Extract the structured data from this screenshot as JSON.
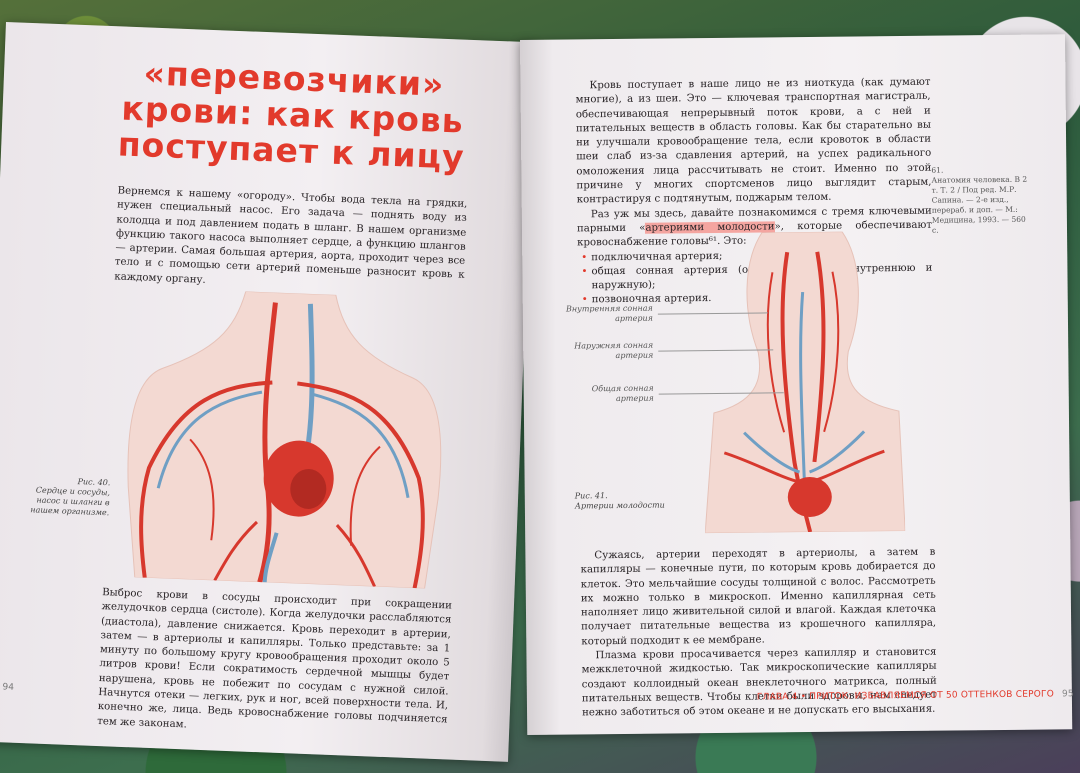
{
  "left_page": {
    "title_lines": [
      "«перевозчики»",
      "крови: как кровь",
      "поступает к лицу"
    ],
    "paragraph_1": "Вернемся к нашему «огороду». Чтобы вода текла на грядки, нужен специальный насос. Его задача — поднять воду из колодца и под давлением подать в шланг. В нашем организме функцию такого насоса выполняет сердце, а функцию шлангов — артерии. Самая большая артерия, аорта, проходит через все тело и с помощью сети артерий поменьше разносит кровь к каждому органу.",
    "figure_caption_number": "Рис. 40.",
    "figure_caption_text": "Сердце и сосуды, насос и шланги в нашем организме.",
    "paragraph_2": "Выброс крови в сосуды происходит при сокращении желудочков сердца (систоле). Когда желудочки расслабляются (диастола), давление снижается. Кровь переходит в артерии, затем — в артериолы и капилляры. Только представьте: за 1 минуту по большому кругу кровообращения проходит около 5 литров крови! Если сократимость сердечной мышцы будет нарушена, кровь не побежит по сосудам с нужной силой. Начнутся отеки — легких, рук и ног, всей поверхности тела. И, конечно же, лица. Ведь кровоснабжение головы подчиняется тем же законам.",
    "page_number": "94"
  },
  "right_page": {
    "paragraph_1": "Кровь поступает в наше лицо не из ниоткуда (как думают многие), а из шеи. Это — ключевая транспортная магистраль, обеспечивающая непрерывный поток крови, а с ней и питательных веществ в область головы. Как бы старательно вы ни улучшали кровообращение тела, если кровоток в области шеи слаб из-за сдавления артерий, на успех радикального омоложения лица рассчитывать не стоит. Именно по этой причине у многих спортсменов лицо выглядит старым, контрастируя с подтянутым, поджарым телом.",
    "paragraph_2_before": "Раз уж мы здесь, давайте познакомимся с тремя ключевыми парными «",
    "paragraph_2_highlight": "артериями молодости",
    "paragraph_2_after": "», которые обеспечивают кровоснабжение головы⁶¹. Это:",
    "bullets": [
      "подключичная артерия;",
      "общая сонная артерия (она делится на внутреннюю и наружную);",
      "позвоночная артерия."
    ],
    "sidenote_number": "61.",
    "sidenote_text": "Анатомия человека. В 2 т. Т. 2 / Под ред. М.Р. Сапина. — 2-е изд., перераб. и доп. — М.: Медицина, 1993. — 560 с.",
    "label_internal": "Внутренняя сонная артерия",
    "label_external": "Наружняя сонная артерия",
    "label_common": "Общая сонная артерия",
    "figure_caption_number": "Рис. 41.",
    "figure_caption_text": "Артерии молодости",
    "paragraph_3": "Сужаясь, артерии переходят в артериолы, а затем в капилляры — конечные пути, по которым кровь добирается до клеток. Это мельчайшие сосуды толщиной с волос. Рассмотреть их можно только в микроскоп. Именно капиллярная сеть наполняет лицо живительной силой и влагой. Каждая клеточка получает питательные вещества из крошечного капилляра, который подходит к ее мембране.",
    "paragraph_4": "Плазма крови просачивается через капилляр и становится межклеточной жидкостью. Так микроскопические капилляры создают коллоидный океан внеклеточного матрикса, полный питательных веществ. Чтобы клетки были здоровы, нам следует нежно заботиться об этом океане и не допускать его высыхания.",
    "footer_chapter": "ГЛАВА 4 • ПРИТОК: ИЗБАВЛЯЕМСЯ ОТ 50 ОТТЕНКОВ СЕРОГО",
    "page_number": "95"
  }
}
